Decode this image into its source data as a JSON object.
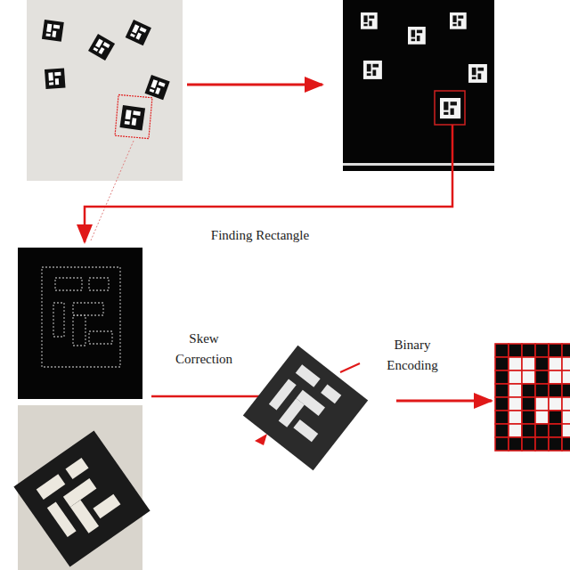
{
  "diagram": {
    "labels": [
      "Finding Rectangle",
      "Skew Correction",
      "Binary Encoding"
    ]
  }
}
